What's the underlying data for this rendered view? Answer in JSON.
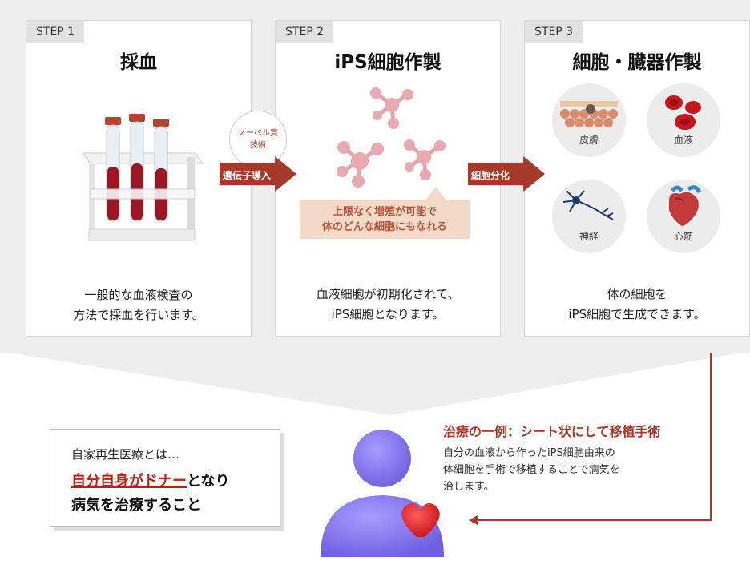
{
  "steps": [
    {
      "tag": "STEP 1",
      "title": "採血",
      "desc_lines": [
        "一般的な血液検査の",
        "方法で採血を行います。"
      ]
    },
    {
      "tag": "STEP 2",
      "title": "iPS細胞作製",
      "desc_lines": [
        "血液細胞が初期化されて、",
        "iPS細胞となります。"
      ]
    },
    {
      "tag": "STEP 3",
      "title": "細胞・臓器作製",
      "desc_lines": [
        "体の細胞を",
        "iPS細胞で生成できます。"
      ]
    }
  ],
  "arrows": {
    "first": "遺伝子導入",
    "second": "細胞分化"
  },
  "nobel": {
    "line1": "ノーベル賞",
    "line2": "技術"
  },
  "callout": {
    "line1": "上限なく増殖が可能で",
    "line2": "体のどんな細胞にもなれる"
  },
  "organs": [
    "皮膚",
    "血液",
    "神経",
    "心筋"
  ],
  "example": {
    "title": "治療の一例：シート状にして移植手術",
    "lines": [
      "自分の血液から作ったiPS細胞由来の",
      "体細胞を手術で移植することで病気を",
      "治します。"
    ]
  },
  "definition": {
    "line1": "自家再生医療とは…",
    "highlight": "自分自身がドナー",
    "line2_rest": "となり",
    "line3": "病気を治療すること"
  },
  "colors": {
    "accent": "#a53a2a",
    "callout_bg": "#f2d9c8",
    "person": "#8b7cf0",
    "heart": "#d7262e"
  }
}
